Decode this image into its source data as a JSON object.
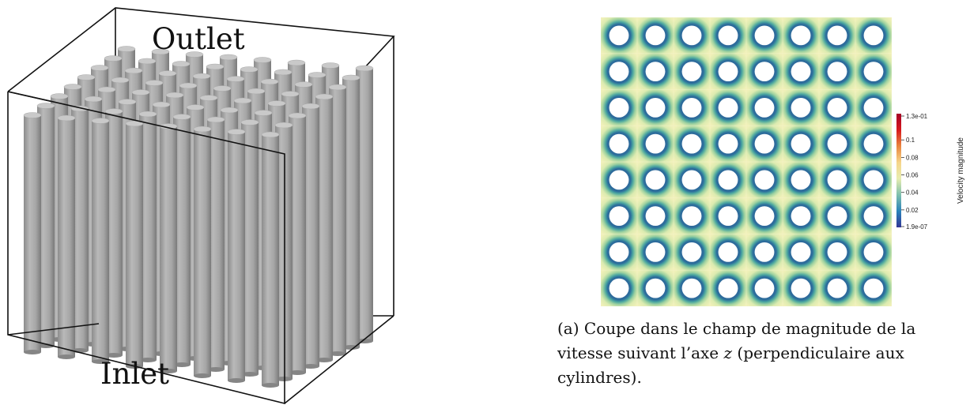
{
  "scene": {
    "outlet_label": "Outlet",
    "inlet_label": "Inlet",
    "cylinder_grid": [
      8,
      8
    ],
    "cylinder_color": "#a8a8a8"
  },
  "velocity_slice": {
    "grid": [
      8,
      8
    ],
    "hole_color": "#ffffff",
    "colorbar": {
      "title": "Velocity magnitude",
      "ticks": [
        "1.3e-01",
        "0.1",
        "0.08",
        "0.06",
        "0.04",
        "0.02",
        "1.9e-07"
      ],
      "tick_values": [
        0.13,
        0.1,
        0.08,
        0.06,
        0.04,
        0.02,
        1.9e-07
      ],
      "range": [
        1.9e-07,
        0.13
      ],
      "colormap": [
        "#313695",
        "#2b83ba",
        "#7fbfad",
        "#e8edb0",
        "#f6d58a",
        "#e9863f",
        "#d7191c",
        "#a50026"
      ]
    }
  },
  "caption": {
    "prefix": "(a) Coupe dans le champ de magnitude de la vitesse suivant l’axe ",
    "axis": "z",
    "suffix": " (perpendiculaire aux cylindres)."
  }
}
